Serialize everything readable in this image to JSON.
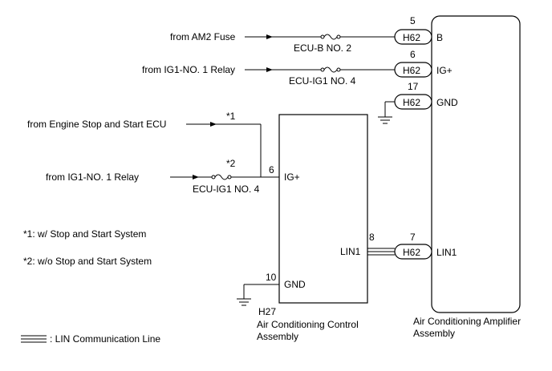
{
  "sources": {
    "am2_fuse": "from AM2 Fuse",
    "ig1_relay_top": "from IG1-NO. 1 Relay",
    "engine_ecu": "from Engine Stop and Start ECU",
    "ig1_relay_bottom": "from IG1-NO. 1 Relay"
  },
  "fuses": {
    "ecu_b": "ECU-B NO. 2",
    "ecu_ig1_top": "ECU-IG1 NO. 4",
    "ecu_ig1_bottom": "ECU-IG1 NO. 4"
  },
  "notes": {
    "star1_mark": "*1",
    "star2_mark": "*2",
    "note1": "*1: w/ Stop and Start System",
    "note2": "*2: w/o Stop and Start System"
  },
  "amplifier": {
    "connector": "H62",
    "pins": [
      {
        "number": "5",
        "name": "B"
      },
      {
        "number": "6",
        "name": "IG+"
      },
      {
        "number": "17",
        "name": "GND"
      },
      {
        "number": "7",
        "name": "LIN1"
      }
    ],
    "title_line1": "Air Conditioning Amplifier",
    "title_line2": "Assembly"
  },
  "control": {
    "connector": "H27",
    "pins": [
      {
        "number": "6",
        "name": "IG+"
      },
      {
        "number": "8",
        "name": "LIN1"
      },
      {
        "number": "10",
        "name": "GND"
      }
    ],
    "title_line1": "Air Conditioning Control",
    "title_line2": "Assembly"
  },
  "legend": {
    "lin_line": ": LIN Communication Line"
  }
}
